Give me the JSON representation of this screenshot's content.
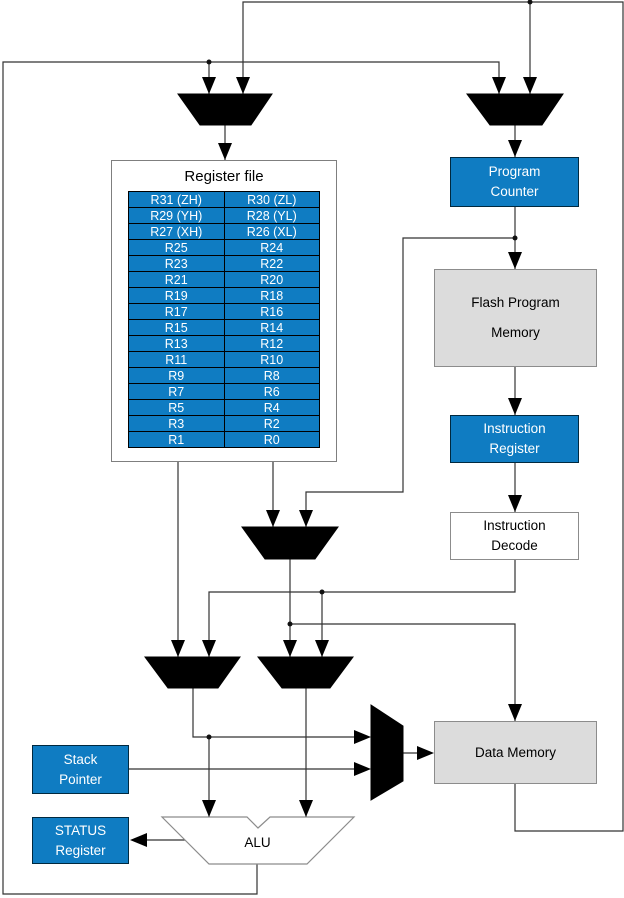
{
  "colors": {
    "accent_blue": "#0f7cc2",
    "block_gray": "#dcdcdc",
    "wire": "#333333",
    "mux_black": "#000000"
  },
  "register_file": {
    "title": "Register file",
    "rows": [
      [
        "R31 (ZH)",
        "R30 (ZL)"
      ],
      [
        "R29 (YH)",
        "R28 (YL)"
      ],
      [
        "R27 (XH)",
        "R26 (XL)"
      ],
      [
        "R25",
        "R24"
      ],
      [
        "R23",
        "R22"
      ],
      [
        "R21",
        "R20"
      ],
      [
        "R19",
        "R18"
      ],
      [
        "R17",
        "R16"
      ],
      [
        "R15",
        "R14"
      ],
      [
        "R13",
        "R12"
      ],
      [
        "R11",
        "R10"
      ],
      [
        "R9",
        "R8"
      ],
      [
        "R7",
        "R6"
      ],
      [
        "R5",
        "R4"
      ],
      [
        "R3",
        "R2"
      ],
      [
        "R1",
        "R0"
      ]
    ]
  },
  "blocks": {
    "program_counter": "Program Counter",
    "flash_program_memory": "Flash Program Memory",
    "instruction_register": "Instruction Register",
    "instruction_decode": "Instruction Decode",
    "data_memory": "Data Memory",
    "stack_pointer": "Stack Pointer",
    "status_register": "STATUS Register",
    "alu": "ALU"
  }
}
